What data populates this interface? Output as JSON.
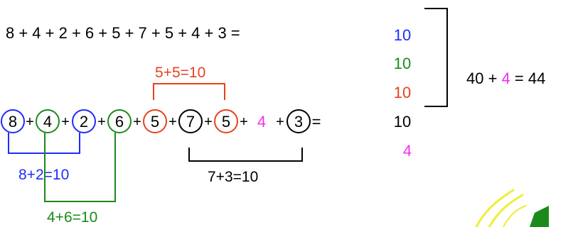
{
  "equation": "8 + 4 + 2 + 6 + 5 + 7 + 5 + 4 + 3 =",
  "terms": [
    "8",
    "4",
    "2",
    "6",
    "5",
    "7",
    "5",
    "4",
    "3"
  ],
  "plus": "+",
  "equals": "=",
  "pairs": {
    "red": "5+5=10",
    "blue": "8+2=10",
    "green": "4+6=10",
    "black": "7+3=10"
  },
  "column": [
    "10",
    "10",
    "10",
    "10",
    "4"
  ],
  "result": {
    "left": "40 + ",
    "highlight": "4",
    "right": " = 44"
  },
  "colors": {
    "blue": "#1f2bff",
    "green": "#1a8a1a",
    "red": "#e8401c",
    "black": "#000000",
    "magenta": "#ee33ee",
    "yellow": "#f0ee30",
    "dark_green": "#1a8a1a"
  }
}
